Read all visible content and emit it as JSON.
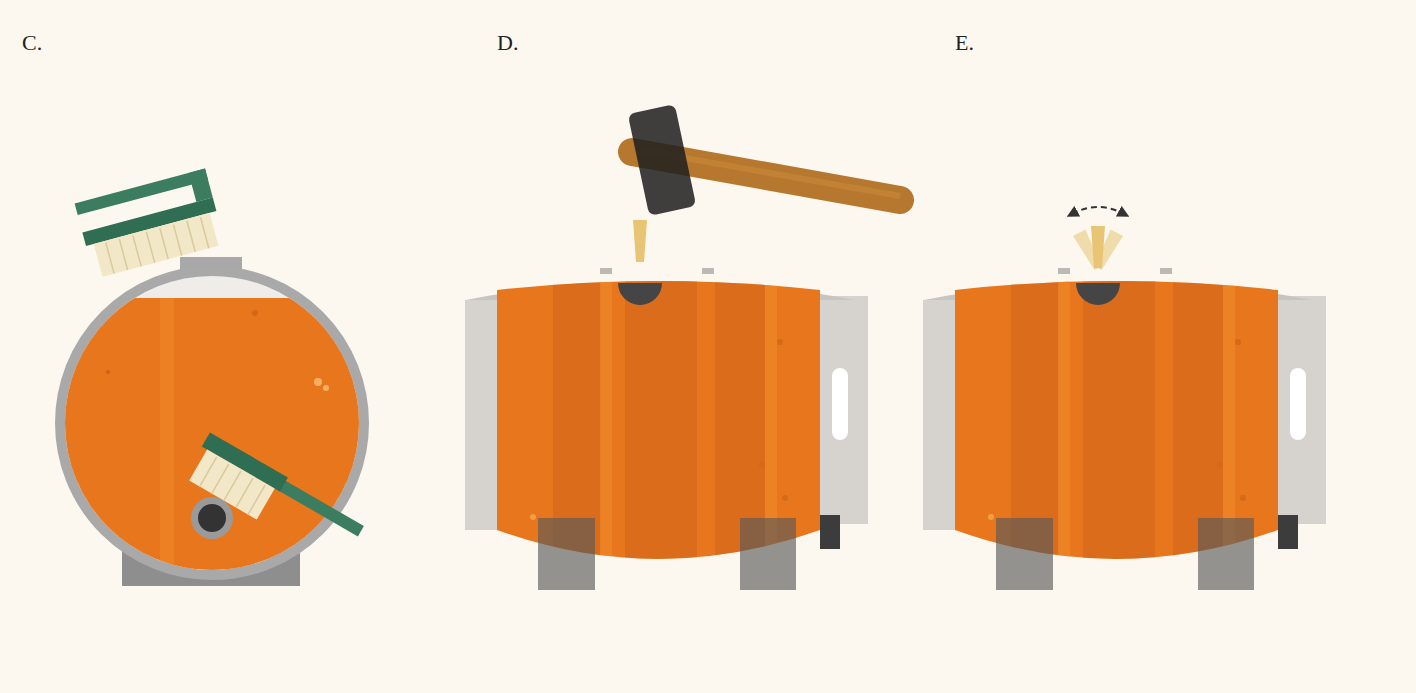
{
  "diagram": {
    "labels": [
      "C.",
      "D.",
      "E."
    ]
  }
}
